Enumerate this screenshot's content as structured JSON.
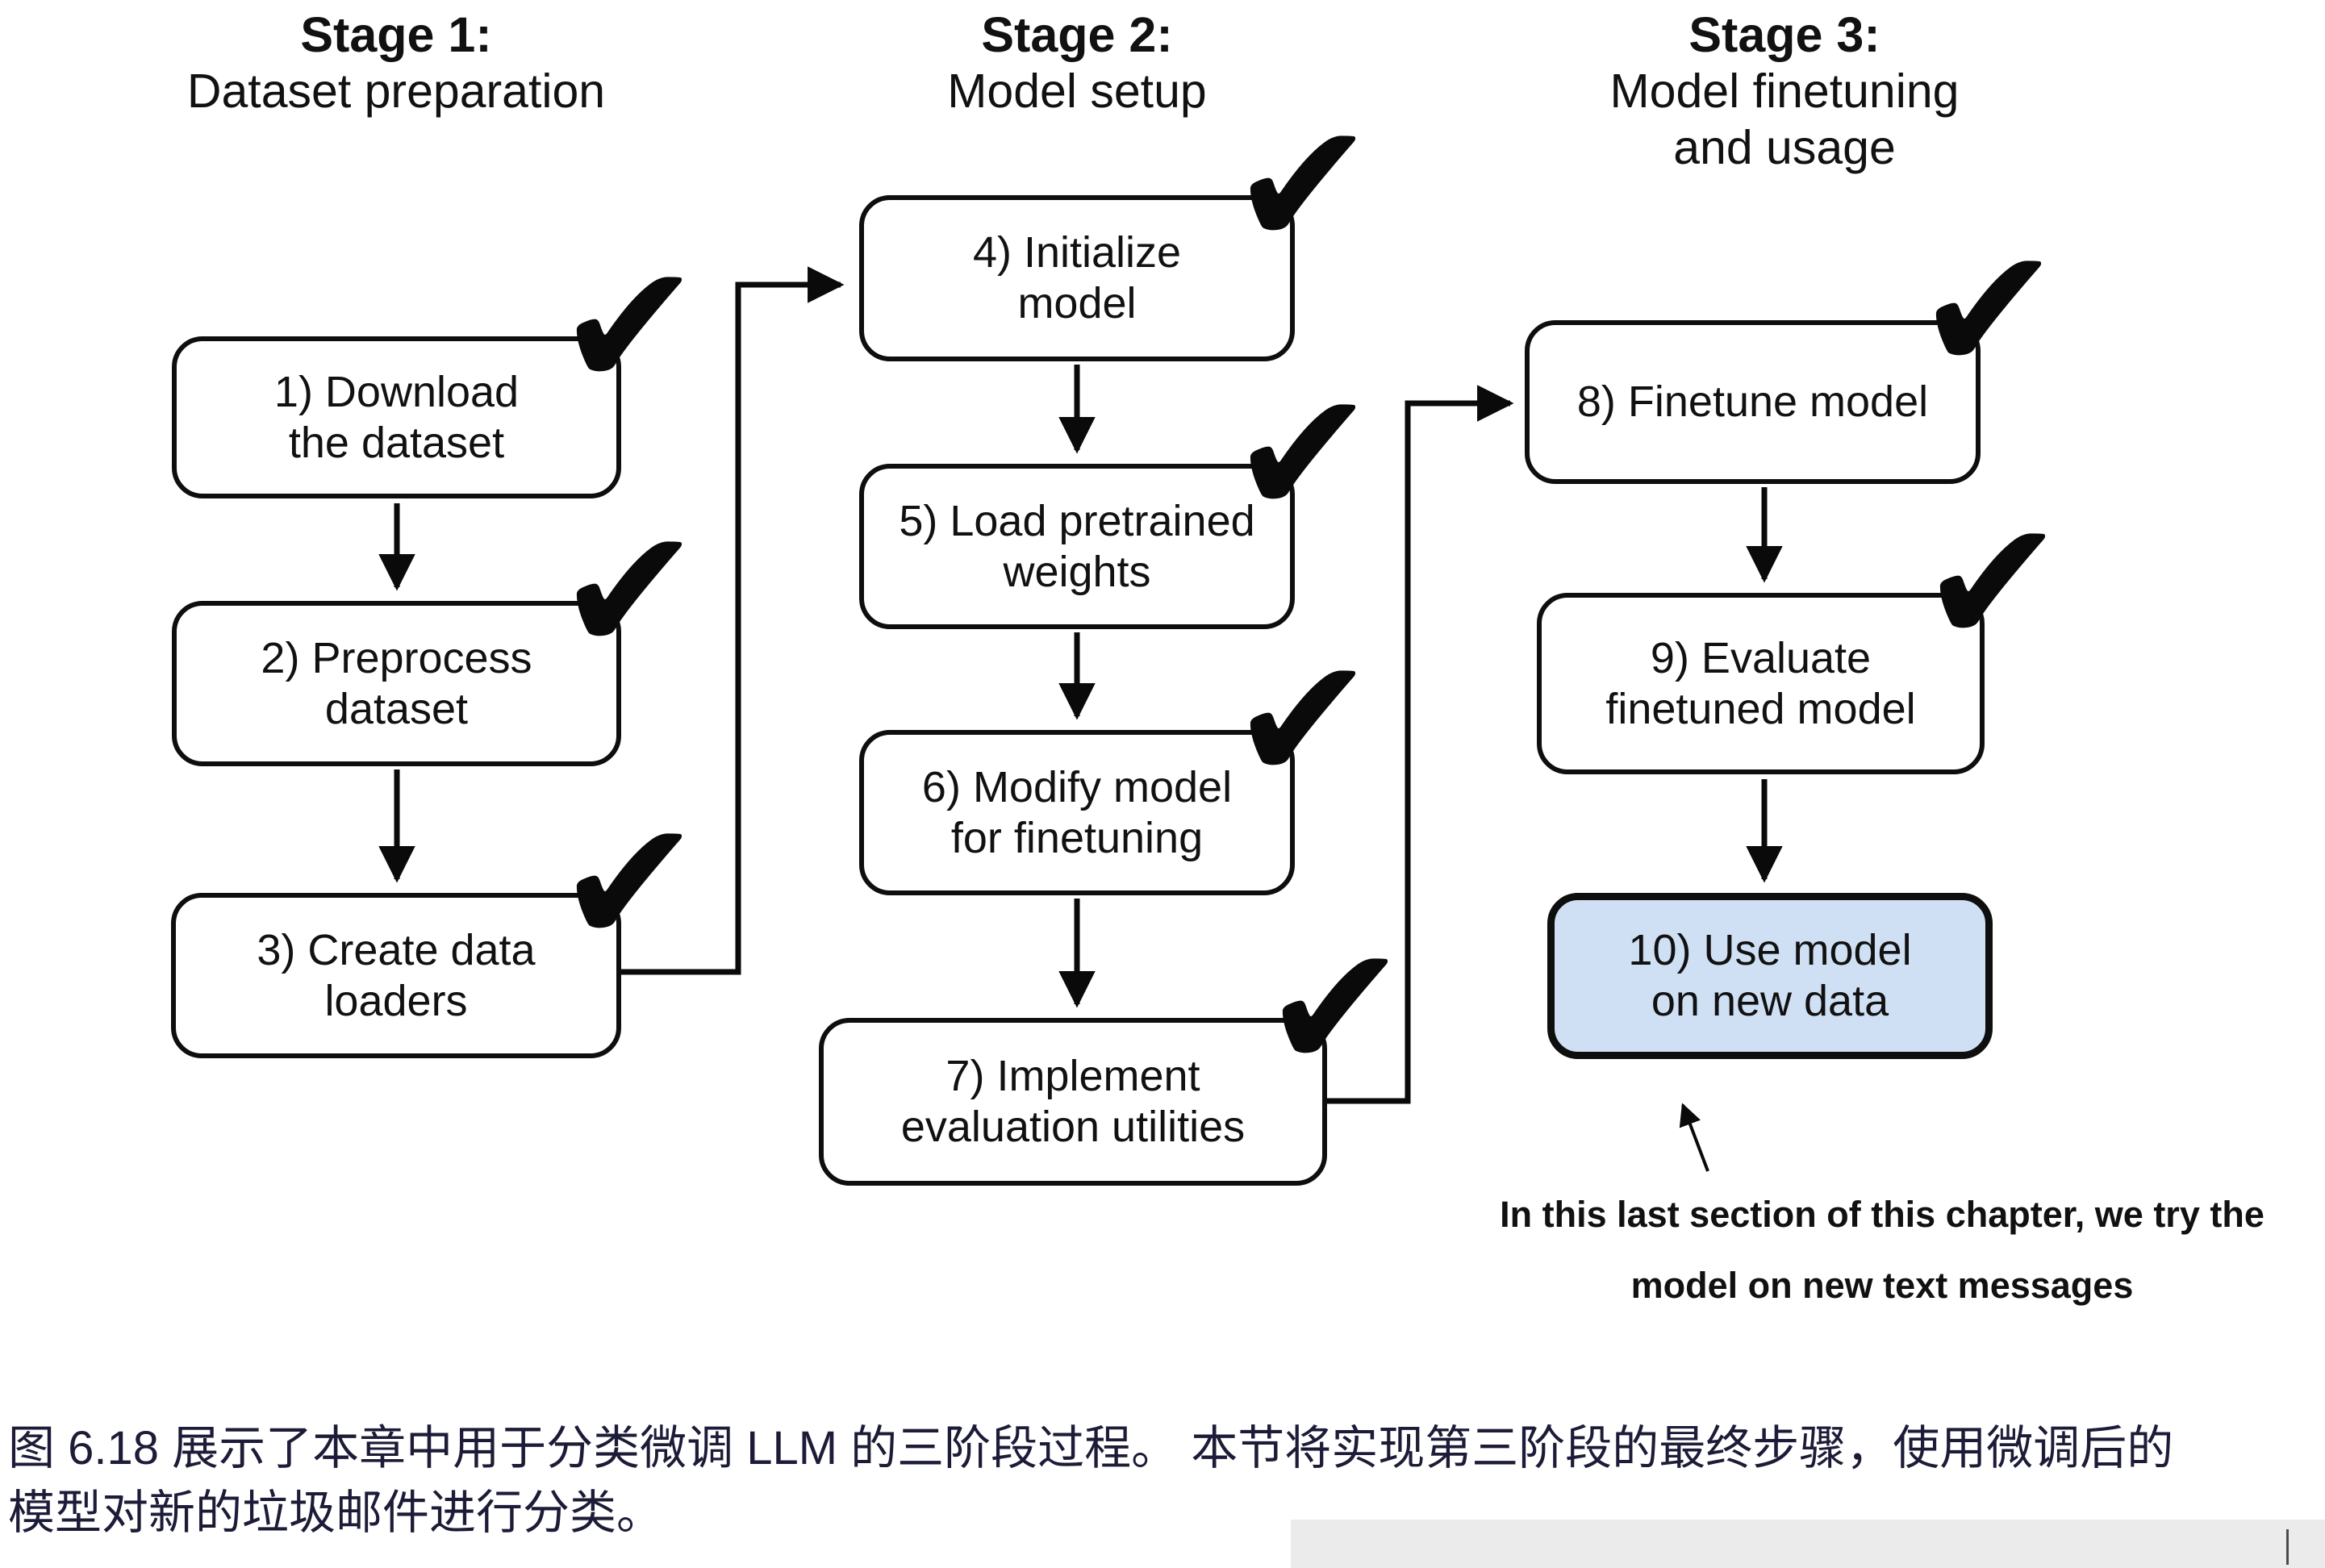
{
  "stage_columns": [
    {
      "title": "Stage 1:",
      "subtitle": "Dataset preparation"
    },
    {
      "title": "Stage 2:",
      "subtitle": "Model setup"
    },
    {
      "title": "Stage 3:",
      "subtitle": "Model finetuning\nand usage"
    }
  ],
  "steps": [
    {
      "label": "1) Download\nthe dataset",
      "done": true
    },
    {
      "label": "2) Preprocess\ndataset",
      "done": true
    },
    {
      "label": "3) Create data\nloaders",
      "done": true
    },
    {
      "label": "4) Initialize\nmodel",
      "done": true
    },
    {
      "label": "5) Load pretrained\nweights",
      "done": true
    },
    {
      "label": "6) Modify model\nfor finetuning",
      "done": true
    },
    {
      "label": "7) Implement\nevaluation utilities",
      "done": true
    },
    {
      "label": "8) Finetune model",
      "done": true
    },
    {
      "label": "9) Evaluate\nfinetuned model",
      "done": true
    },
    {
      "label": "10) Use model\non new data",
      "done": false
    }
  ],
  "icons": {
    "check": "✔"
  },
  "annotation": {
    "text": "In this last section of this chapter, we try the\nmodel on new text messages"
  },
  "caption": {
    "text": "图 6.18 展示了本章中用于分类微调 LLM 的三阶段过程。 本节将实现第三阶段的最终步骤，使用微调后的\n模型对新的垃圾邮件进行分类。"
  },
  "colors": {
    "box_border": "#0e0e0e",
    "box_fill": "#ffffff",
    "highlight_box_fill": "#cfe0f4",
    "caption_color": "#1c1c38",
    "line_color": "#0a0a0a"
  }
}
